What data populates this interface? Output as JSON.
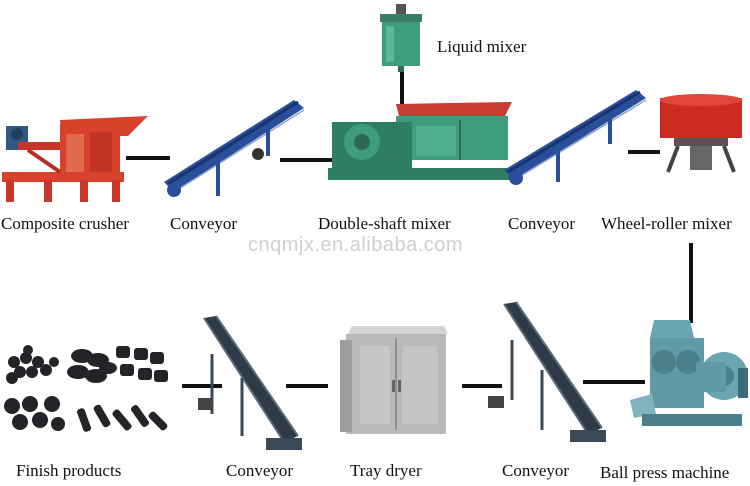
{
  "colors": {
    "crusher_red": "#d8412c",
    "conveyor_blue": "#2a4f9a",
    "mixer_green": "#3f9c7e",
    "mixer_red_top": "#c93a32",
    "wheel_red": "#cc2b22",
    "press_teal": "#5f9aa6",
    "dryer_gray": "#b9b9b9",
    "belt_dark": "#2e3a46",
    "product_dark": "#222428",
    "line": "#111111"
  },
  "diagram": {
    "watermark": "cnqmjx.en.alibaba.com",
    "machines": [
      {
        "id": "composite-crusher",
        "label": "Composite crusher",
        "icon": "crusher-icon"
      },
      {
        "id": "conveyor-1",
        "label": "Conveyor",
        "icon": "conveyor-icon"
      },
      {
        "id": "double-shaft-mixer",
        "label": "Double-shaft mixer",
        "icon": "mixer-icon"
      },
      {
        "id": "liquid-mixer",
        "label": "Liquid mixer",
        "icon": "tank-icon"
      },
      {
        "id": "conveyor-2",
        "label": "Conveyor",
        "icon": "conveyor-icon"
      },
      {
        "id": "wheel-roller-mixer",
        "label": "Wheel-roller mixer",
        "icon": "wheel-mixer-icon"
      },
      {
        "id": "ball-press-machine",
        "label": "Ball press machine",
        "icon": "press-icon"
      },
      {
        "id": "conveyor-3",
        "label": "Conveyor",
        "icon": "conveyor-icon"
      },
      {
        "id": "tray-dryer",
        "label": "Tray dryer",
        "icon": "dryer-icon"
      },
      {
        "id": "conveyor-4",
        "label": "Conveyor",
        "icon": "conveyor-icon"
      },
      {
        "id": "finish-products",
        "label": "Finish products",
        "icon": "briquette-icon"
      }
    ]
  }
}
